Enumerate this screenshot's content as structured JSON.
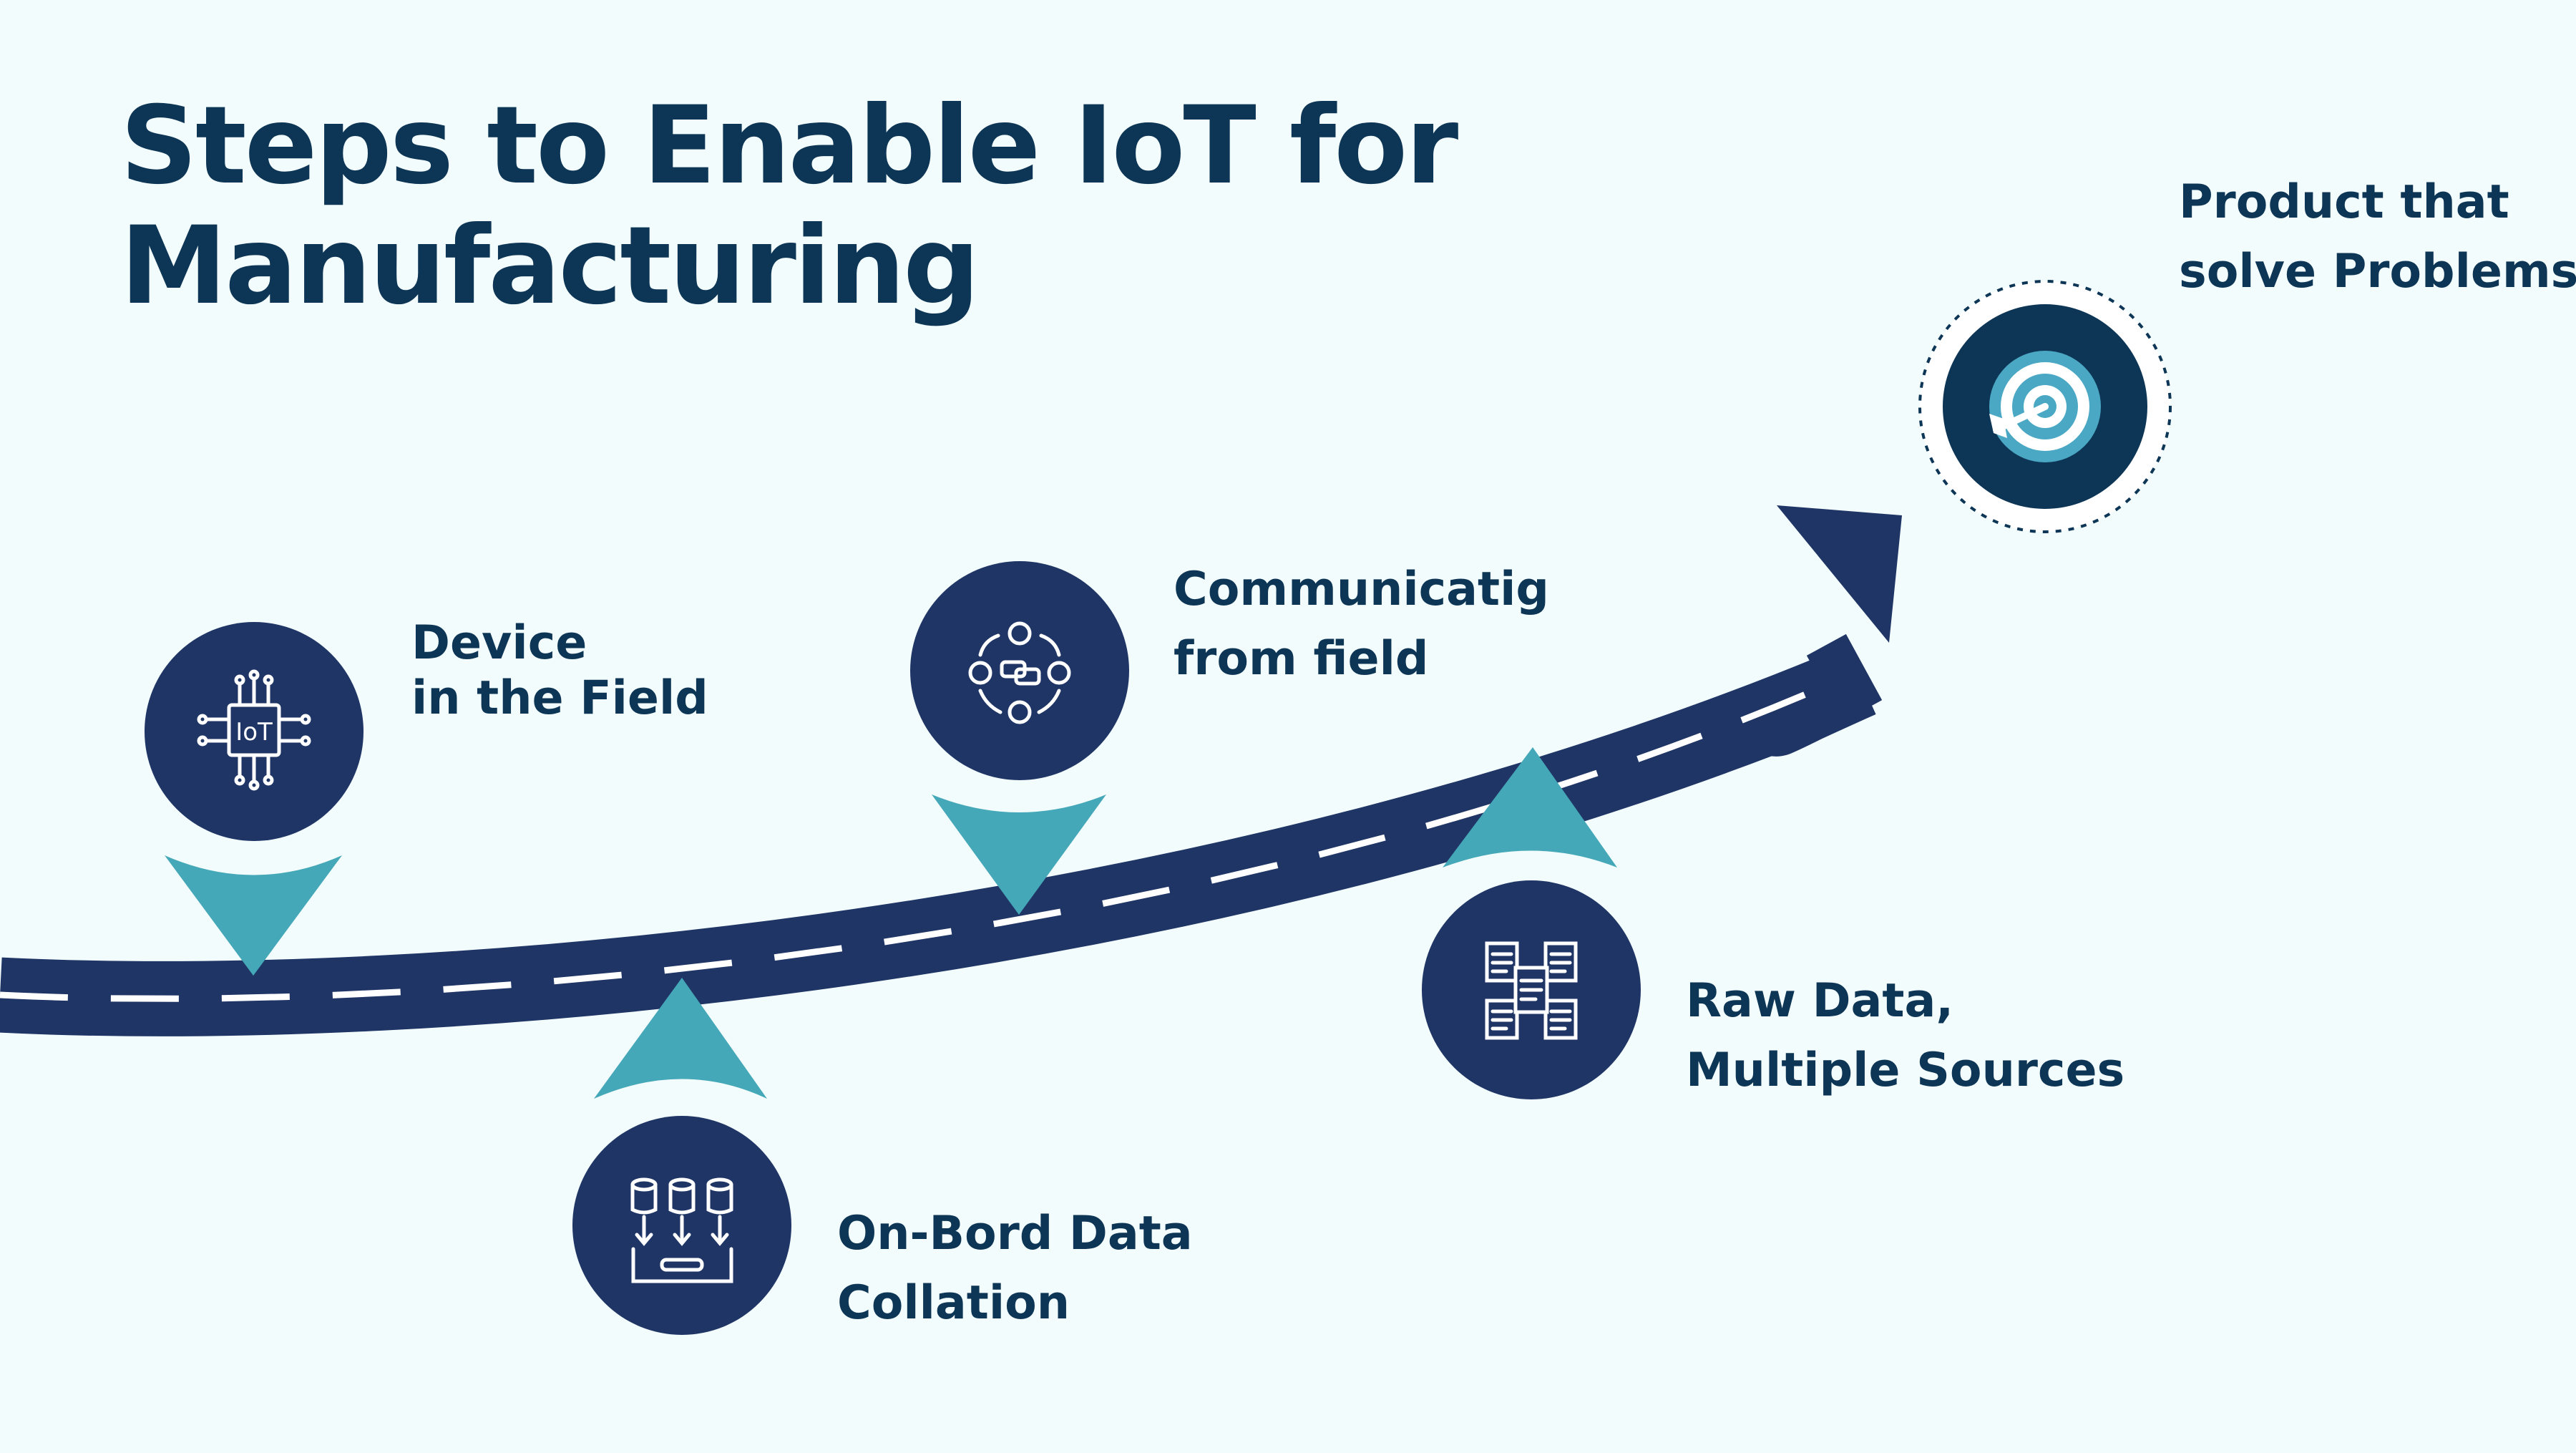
{
  "title": {
    "line1": "Steps to Enable IoT for",
    "line2": "Manufacturing"
  },
  "steps": [
    {
      "id": "device",
      "icon": "iot-chip-icon",
      "lines": [
        "Device",
        "in the Field"
      ]
    },
    {
      "id": "onboard",
      "icon": "database-collation-icon",
      "lines": [
        "On-Bord Data",
        "Collation"
      ]
    },
    {
      "id": "communicating",
      "icon": "network-communication-icon",
      "lines": [
        "Communicatig",
        "from field"
      ]
    },
    {
      "id": "raw-data",
      "icon": "documents-icon",
      "lines": [
        "Raw Data,",
        "Multiple Sources"
      ]
    },
    {
      "id": "product",
      "icon": "target-icon",
      "lines": [
        "Product that",
        "solve Problems"
      ]
    }
  ],
  "colors": {
    "background": "#f3fcfc",
    "road": "#1f3566",
    "circle": "#1f3566",
    "pointer": "#45a8b8",
    "text": "#0d3555",
    "target_circle": "#0d3555",
    "target_accent": "#4aa8c4"
  }
}
